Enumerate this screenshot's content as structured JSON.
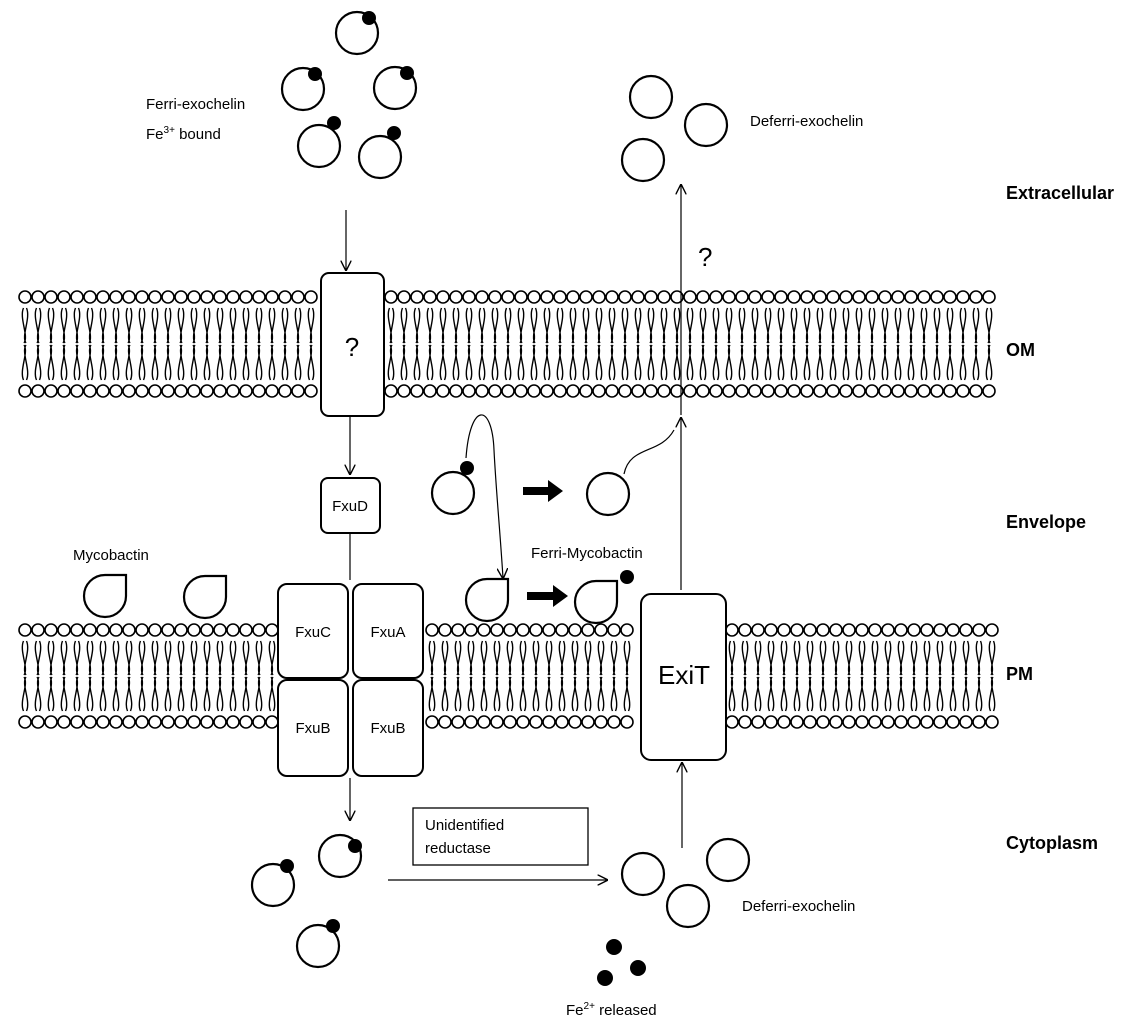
{
  "regions": {
    "extracellular": "Extracellular",
    "om": "OM",
    "envelope": "Envelope",
    "pm": "PM",
    "cytoplasm": "Cytoplasm"
  },
  "labels": {
    "ferri_exochelin_line1": "Ferri-exochelin",
    "ferri_exochelin_line2": "Fe",
    "ferri_exochelin_sup": "3+",
    "ferri_exochelin_line2_rest": " bound",
    "deferri_exochelin_top": "Deferri-exochelin",
    "deferri_exochelin_bottom": "Deferri-exochelin",
    "mycobactin": "Mycobactin",
    "ferri_mycobactin": "Ferri-Mycobactin",
    "fe_released_prefix": "Fe",
    "fe_released_sup": "2+",
    "fe_released_rest": " released",
    "reductase_line1": "Unidentified",
    "reductase_line2": "reductase"
  },
  "transporters": {
    "om_channel": "?",
    "fxud": "FxuD",
    "fxuc": "FxuC",
    "fxua": "FxuA",
    "fxub_left": "FxuB",
    "fxub_right": "FxuB",
    "exit": "ExiT",
    "export_question": "?"
  }
}
